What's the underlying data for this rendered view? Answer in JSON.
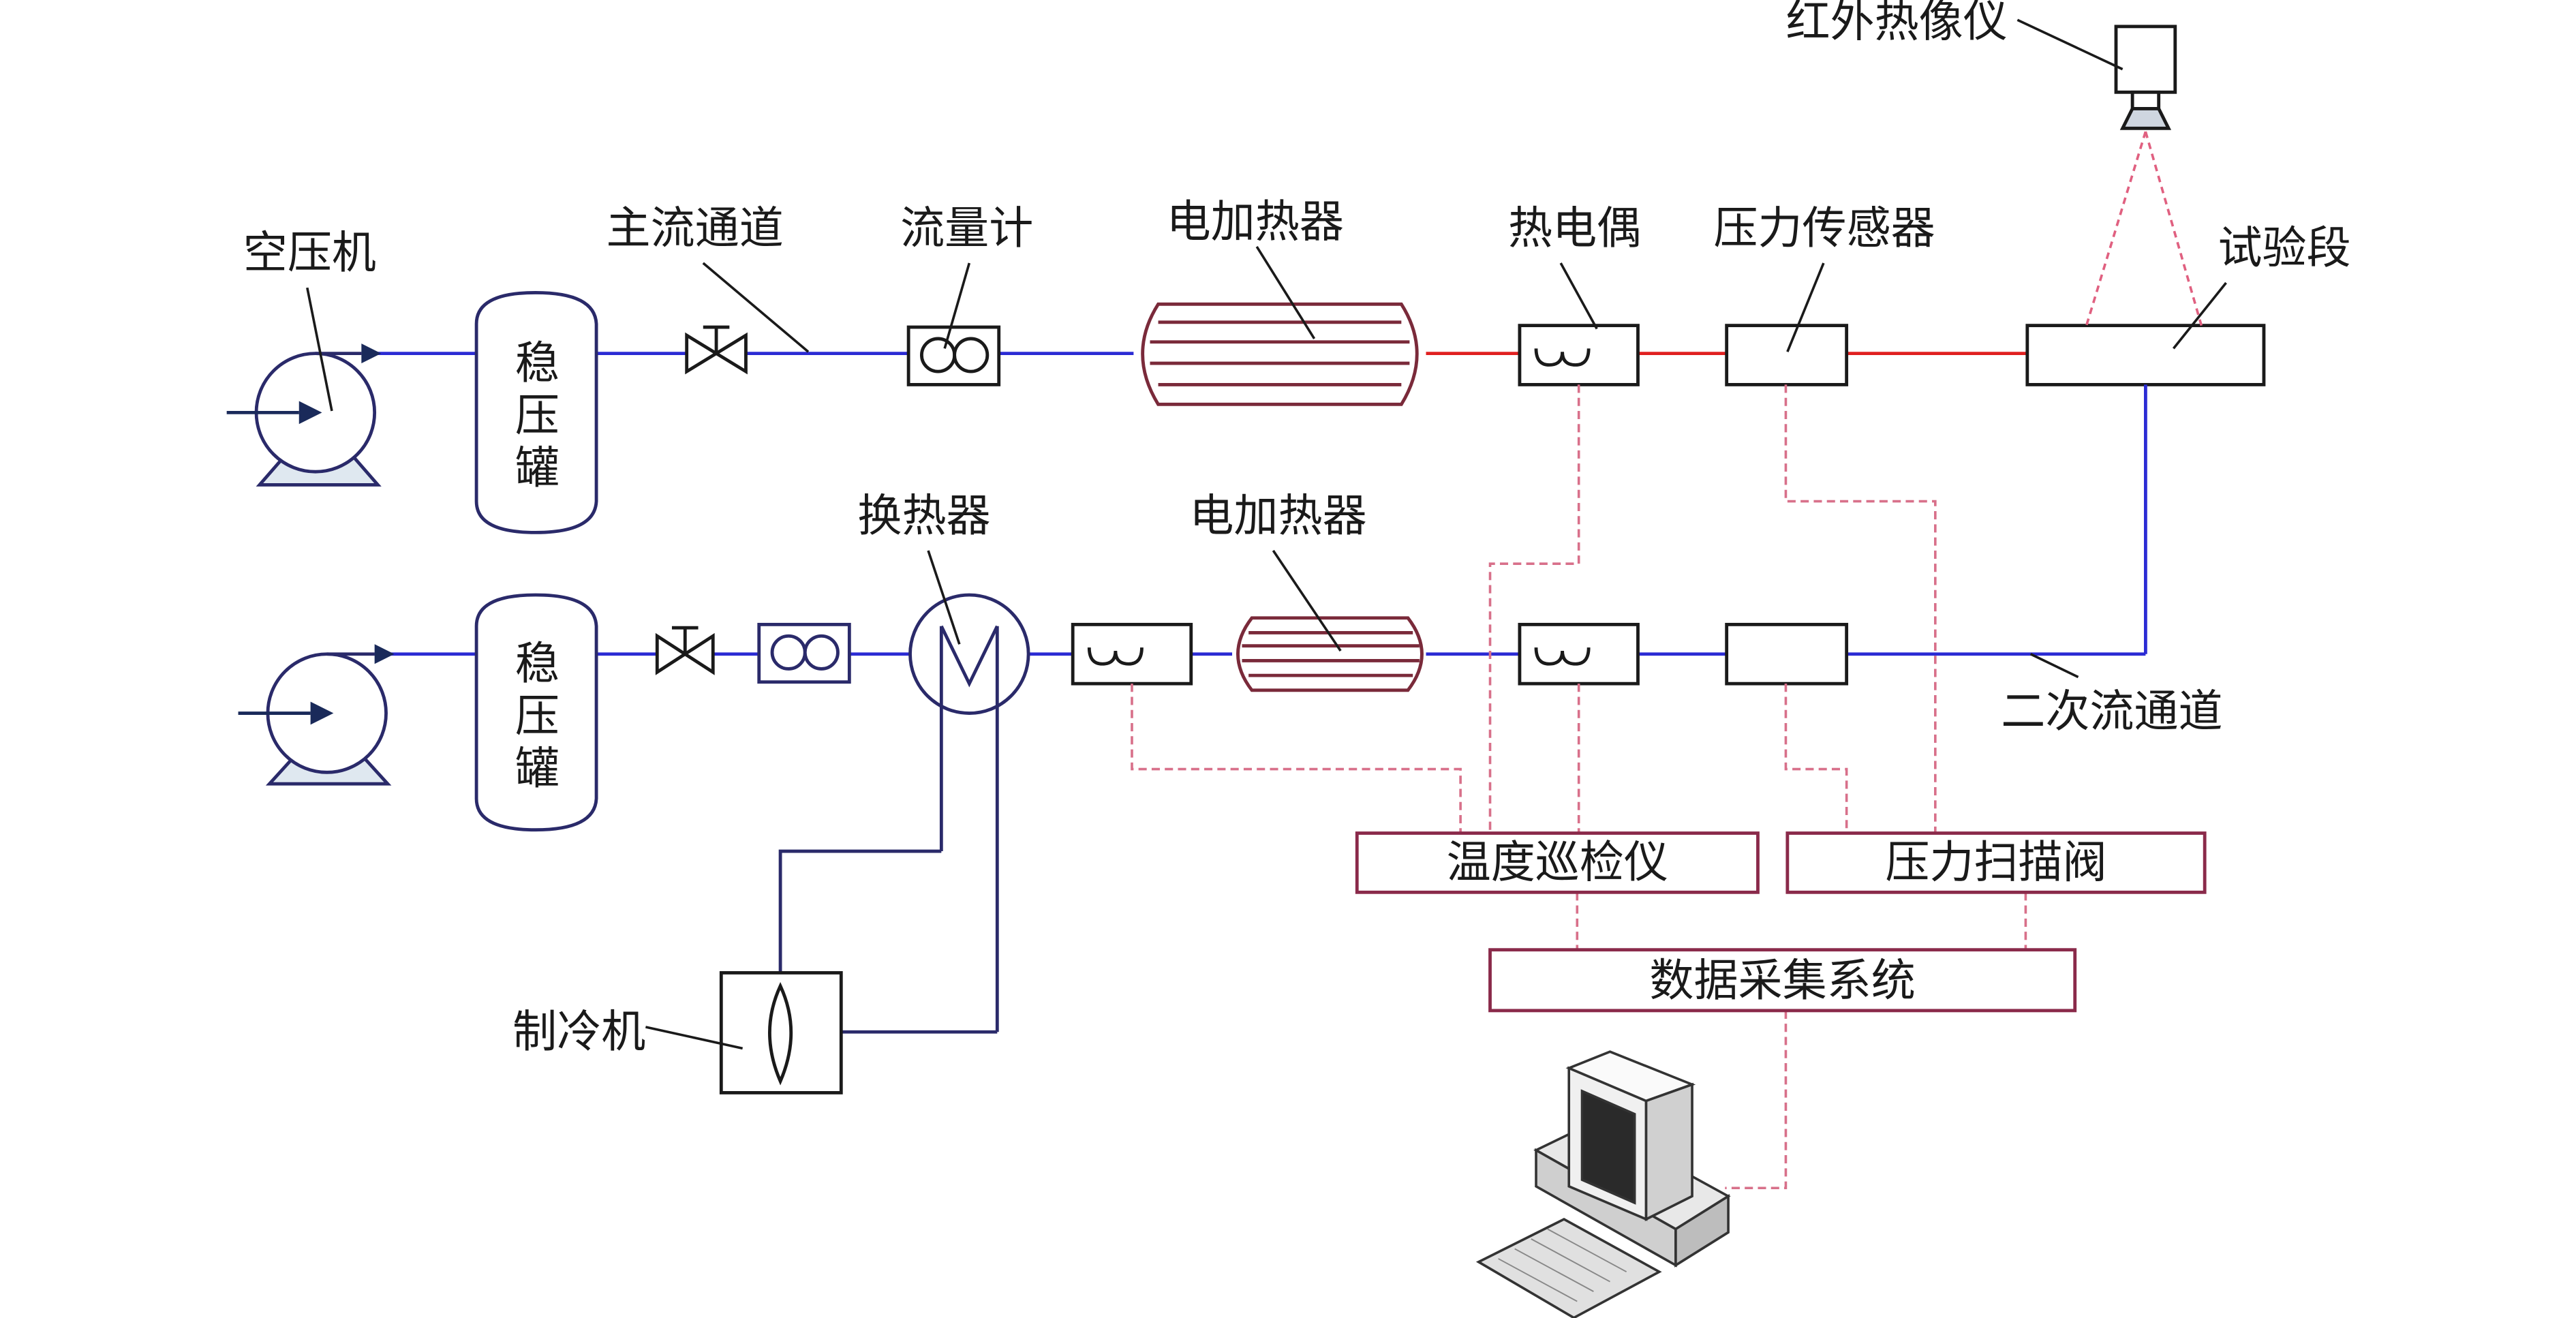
{
  "labels": {
    "compressor": "空压机",
    "main_channel": "主流通道",
    "flowmeter": "流量计",
    "heater_top": "电加热器",
    "thermocouple": "热电偶",
    "pressure_sensor": "压力传感器",
    "test_section": "试验段",
    "ir_camera": "红外热像仪",
    "heat_exchanger": "换热器",
    "heater_bottom": "电加热器",
    "secondary_channel": "二次流通道",
    "chiller": "制冷机"
  },
  "tanks": {
    "top": [
      "稳",
      "压",
      "罐"
    ],
    "bottom": [
      "稳",
      "压",
      "罐"
    ]
  },
  "boxes": {
    "temp_scanner": "温度巡检仪",
    "pressure_scanner": "压力扫描阀",
    "daq": "数据采集系统"
  },
  "colors": {
    "flow_line": "#2b2bd4",
    "hot_line": "#e02020",
    "signal_line": "#d8708a",
    "equipment": "#2a2a6a",
    "panel_border": "#8a2a4a"
  }
}
